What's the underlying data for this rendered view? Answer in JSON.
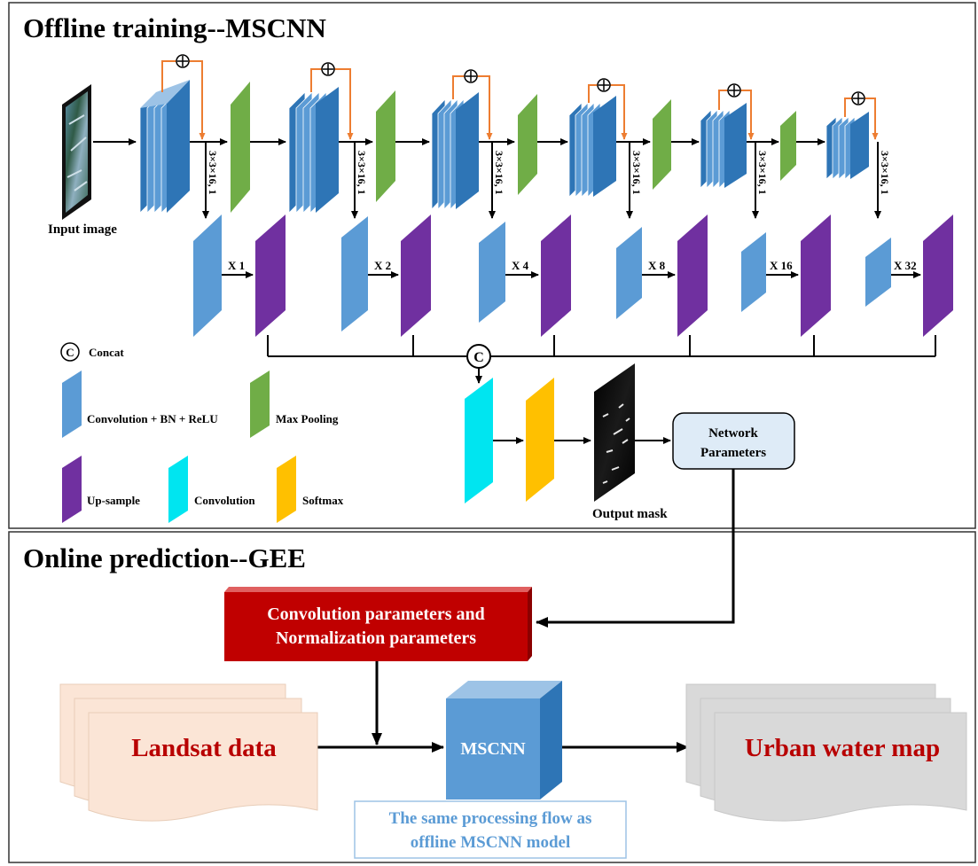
{
  "sections": {
    "offline_title": "Offline training--MSCNN",
    "online_title": "Online prediction--GEE"
  },
  "labels": {
    "input_image": "Input image",
    "output_mask": "Output mask",
    "conv_spec": "3×3×16, 1",
    "network_parameters_line1": "Network",
    "network_parameters_line2": "Parameters",
    "concat_symbol": "C",
    "plus_symbol": "⊕"
  },
  "scales": [
    "X 1",
    "X 2",
    "X 4",
    "X 8",
    "X 16",
    "X 32"
  ],
  "legend": {
    "concat": "Concat",
    "conv_bn_relu": "Convolution + BN + ReLU",
    "max_pooling": "Max Pooling",
    "upsample": "Up-sample",
    "convolution": "Convolution",
    "softmax": "Softmax"
  },
  "online": {
    "params_line1": "Convolution parameters and",
    "params_line2": "Normalization parameters",
    "landsat": "Landsat data",
    "mscnn": "MSCNN",
    "urban": "Urban water map",
    "note_line1": "The same processing flow as",
    "note_line2": "offline MSCNN model"
  },
  "colors": {
    "conv_blue": "#5b9bd5",
    "conv_blue_dark": "#2e75b6",
    "pool_green": "#70ad47",
    "upsample_purple": "#7030a0",
    "conv_cyan": "#00e5f0",
    "softmax_yellow": "#ffc000",
    "skip_orange": "#ed7d31",
    "param_red": "#c00000",
    "landsat_fill": "#fbe5d6",
    "urban_fill": "#d9d9d9",
    "np_fill": "#deebf7"
  }
}
